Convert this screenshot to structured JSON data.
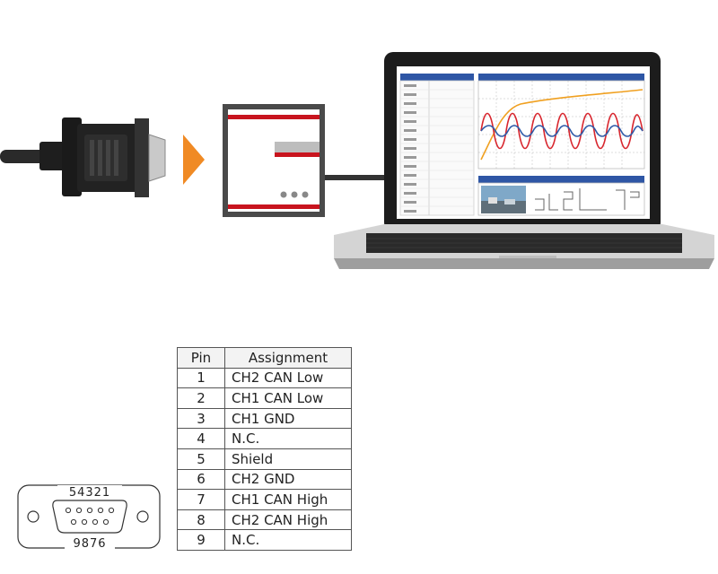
{
  "table": {
    "headers": [
      "Pin",
      "Assignment"
    ],
    "rows": [
      {
        "pin": "1",
        "assignment": "CH2 CAN Low"
      },
      {
        "pin": "2",
        "assignment": "CH1 CAN Low"
      },
      {
        "pin": "3",
        "assignment": "CH1 GND"
      },
      {
        "pin": "4",
        "assignment": "N.C."
      },
      {
        "pin": "5",
        "assignment": "Shield"
      },
      {
        "pin": "6",
        "assignment": "CH2 GND"
      },
      {
        "pin": "7",
        "assignment": "CH1 CAN High"
      },
      {
        "pin": "8",
        "assignment": "CH2 CAN High"
      },
      {
        "pin": "9",
        "assignment": "N.C."
      }
    ]
  },
  "connector": {
    "top_row_numbers": "54321",
    "bottom_row_numbers": "9876"
  },
  "colors": {
    "arrow": "#f08a24",
    "device_red": "#c8141e",
    "screen_header_blue": "#2e56a5",
    "signal_red": "#d8262e",
    "signal_blue": "#2e5aa8",
    "trend_orange": "#f0a020"
  },
  "icons": [
    "db9-cable-icon",
    "arrow-right-icon",
    "can-interface-device-icon",
    "laptop-icon",
    "db9-connector-icon"
  ]
}
